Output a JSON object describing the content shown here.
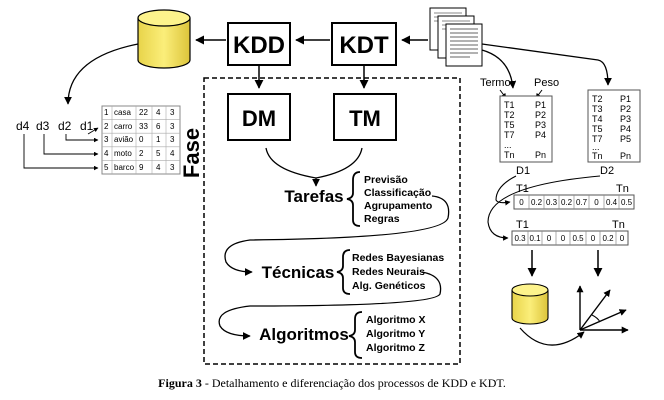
{
  "boxes": {
    "kdd": "KDD",
    "kdt": "KDT",
    "dm": "DM",
    "tm": "TM"
  },
  "phase_label": "Fase",
  "tarefas": {
    "label": "Tarefas",
    "items": [
      "Previsão",
      "Classificação",
      "Agrupamento",
      "Regras"
    ]
  },
  "tecnicas": {
    "label": "Técnicas",
    "items": [
      "Redes Bayesianas",
      "Redes Neurais",
      "Alg. Genéticos"
    ]
  },
  "algoritmos": {
    "label": "Algoritmos",
    "items": [
      "Algoritmo X",
      "Algoritmo Y",
      "Algoritmo Z"
    ]
  },
  "table_dims": [
    "d4",
    "d3",
    "d2",
    "d1"
  ],
  "table_rows": [
    [
      "1",
      "casa",
      "22",
      "4",
      "3"
    ],
    [
      "2",
      "carro",
      "33",
      "6",
      "3"
    ],
    [
      "3",
      "avião",
      "0",
      "1",
      "3"
    ],
    [
      "4",
      "moto",
      "2",
      "5",
      "4"
    ],
    [
      "5",
      "barco",
      "9",
      "4",
      "3"
    ]
  ],
  "doc_headers": {
    "termo": "Termo",
    "peso": "Peso"
  },
  "d1": {
    "name": "D1",
    "rows": [
      [
        "T1",
        "P1"
      ],
      [
        "T2",
        "P2"
      ],
      [
        "T5",
        "P3"
      ],
      [
        "T7",
        "P4"
      ],
      [
        "...",
        ""
      ],
      [
        "Tn",
        "Pn"
      ]
    ]
  },
  "d2": {
    "name": "D2",
    "rows": [
      [
        "T2",
        "P1"
      ],
      [
        "T3",
        "P2"
      ],
      [
        "T4",
        "P3"
      ],
      [
        "T5",
        "P4"
      ],
      [
        "T7",
        "P5"
      ],
      [
        "...",
        ""
      ],
      [
        "Tn",
        "Pn"
      ]
    ]
  },
  "vector1": {
    "start": "T1",
    "end": "Tn",
    "values": [
      "0",
      "0.2",
      "0.3",
      "0.2",
      "0.7",
      "0",
      "0.4",
      "0.5"
    ]
  },
  "vector2": {
    "start": "T1",
    "end": "Tn",
    "values": [
      "0.3",
      "0.1",
      "0",
      "0",
      "0.5",
      "0",
      "0.2",
      "0"
    ]
  },
  "caption": {
    "bold": "Figura 3",
    "rest": " - Detalhamento e diferenciação dos processos de KDD e KDT."
  }
}
